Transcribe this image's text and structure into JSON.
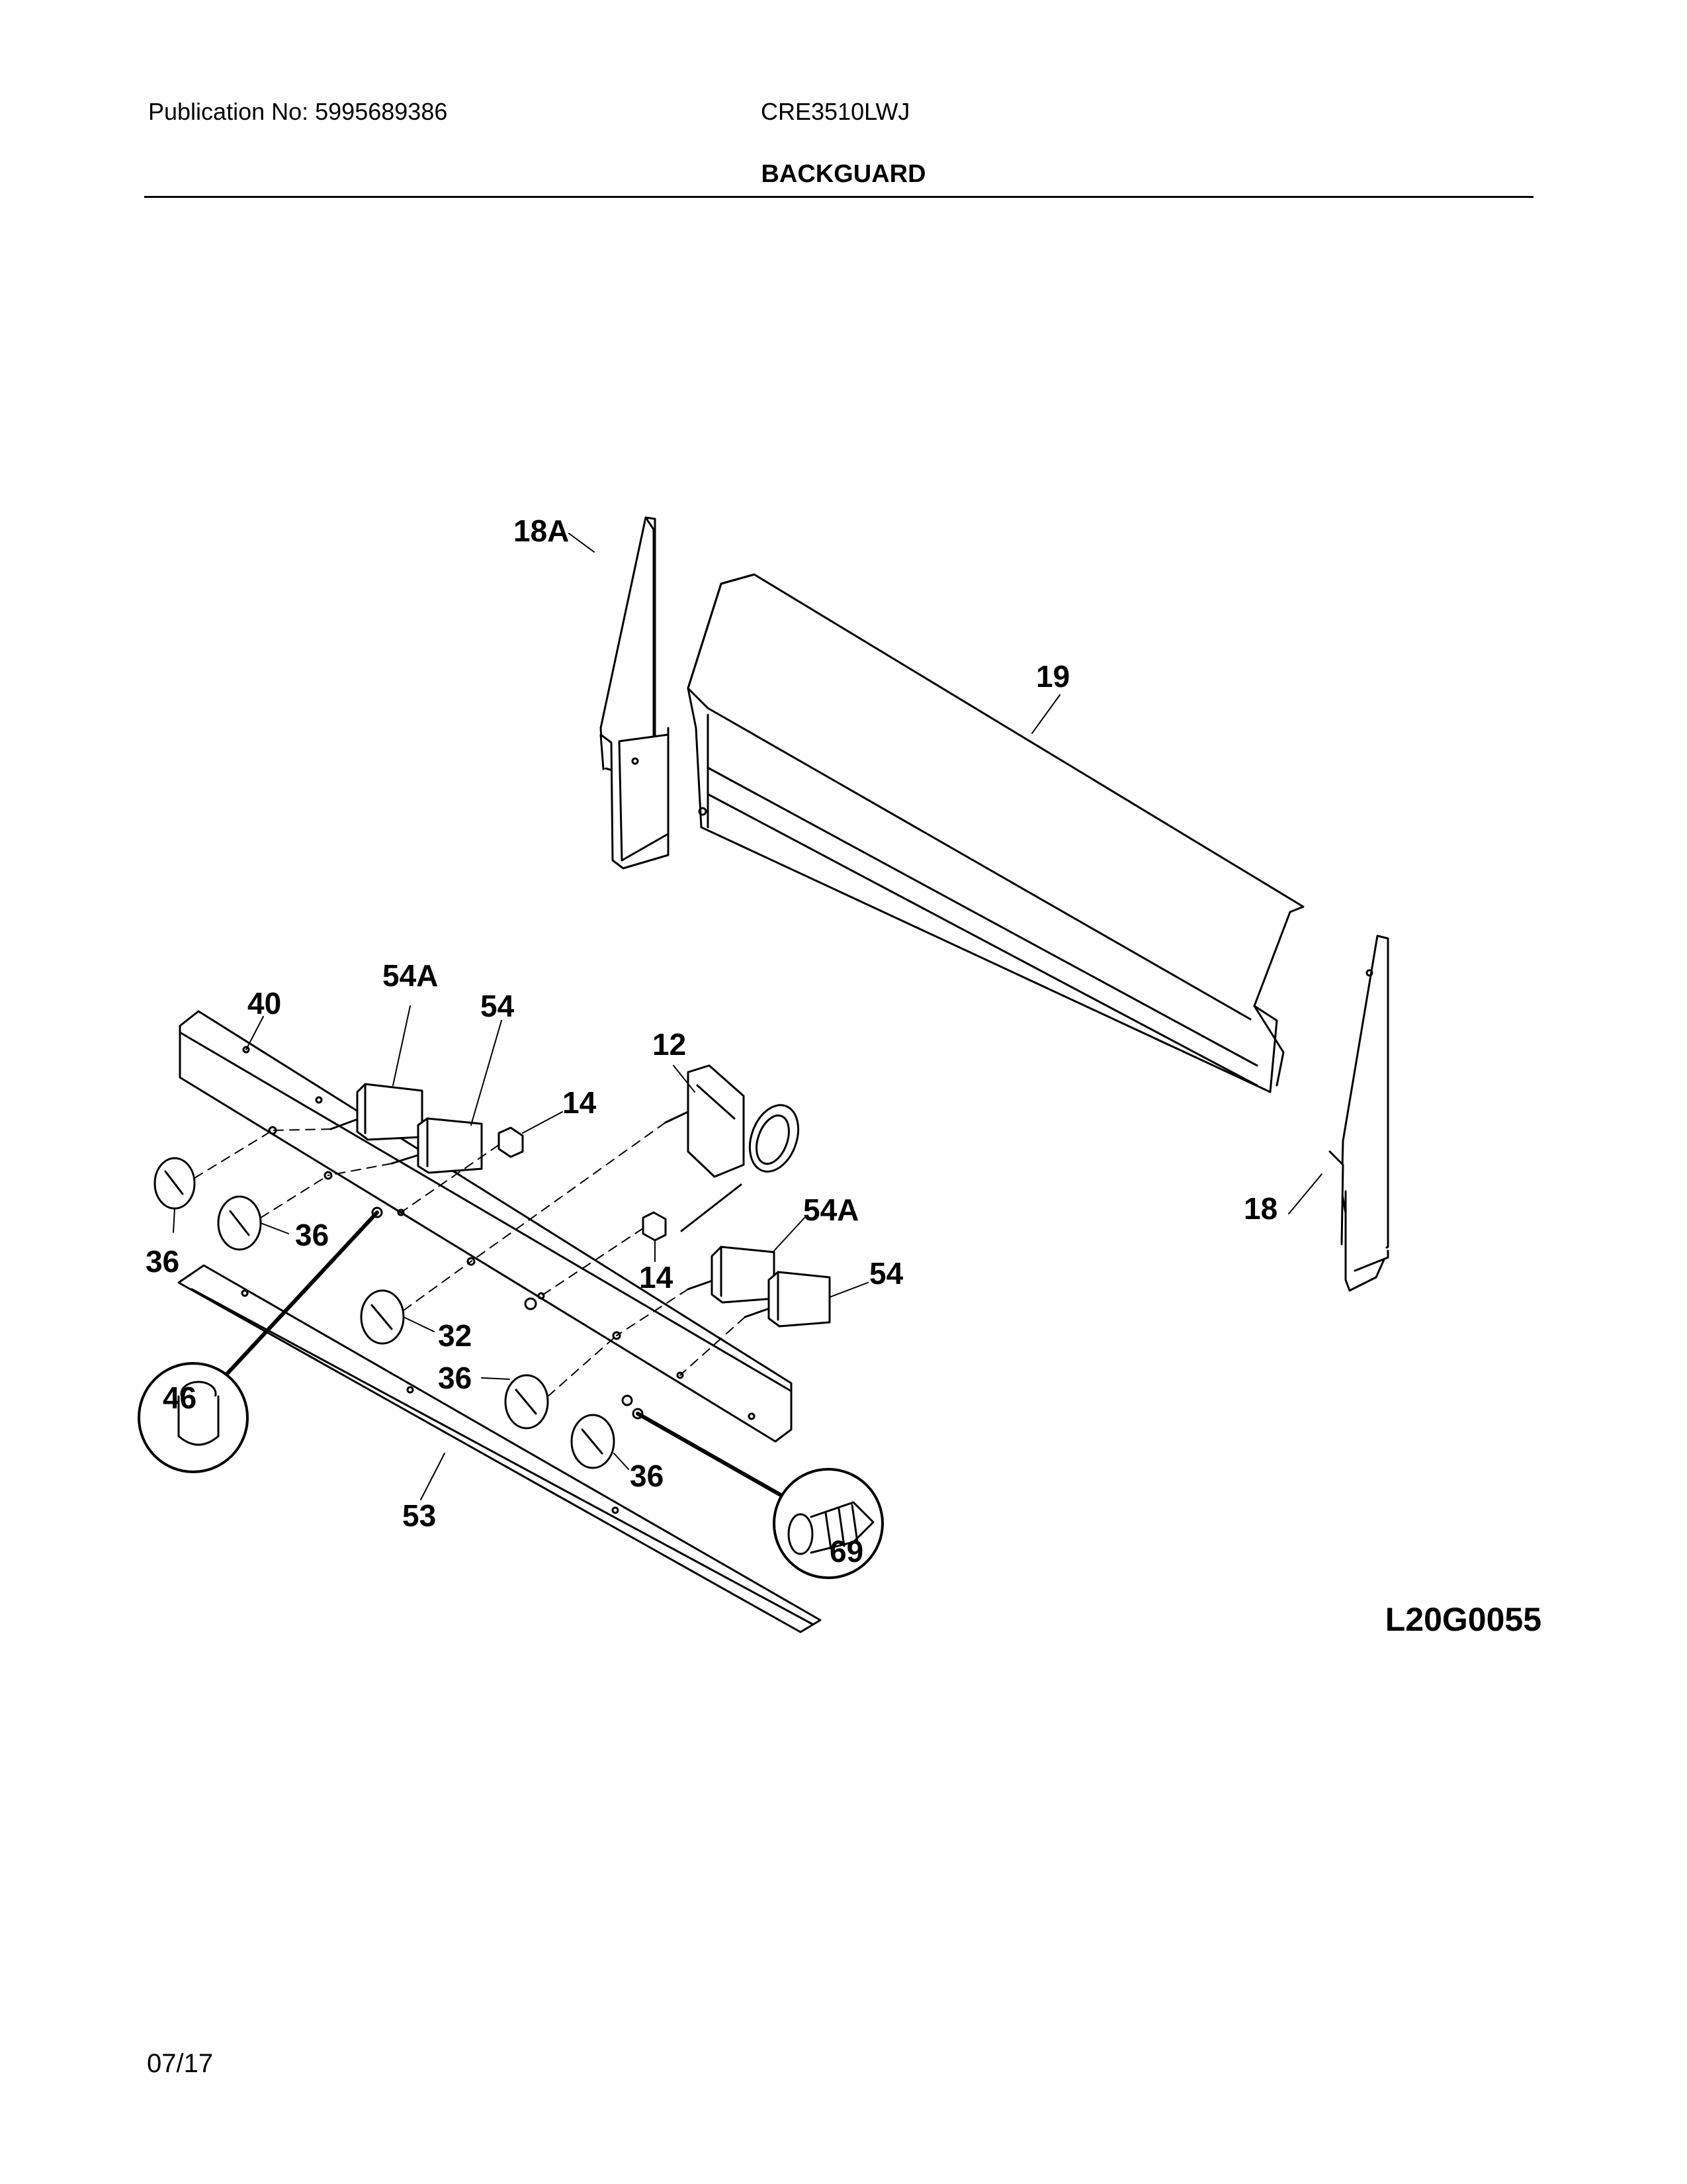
{
  "header": {
    "publication": "Publication No: 5995689386",
    "model": "CRE3510LWJ",
    "section_title": "BACKGUARD"
  },
  "diagram": {
    "code": "L20G0055",
    "callouts": {
      "c18a": "18A",
      "c19": "19",
      "c18": "18",
      "c40": "40",
      "c54a_top": "54A",
      "c54_top": "54",
      "c14_top": "14",
      "c12": "12",
      "c54a_bot": "54A",
      "c14_bot": "14",
      "c54_bot": "54",
      "c36_a": "36",
      "c36_b": "36",
      "c32": "32",
      "c36_c": "36",
      "c36_d": "36",
      "c46": "46",
      "c53": "53",
      "c69": "69"
    }
  },
  "footer": {
    "date": "07/17"
  },
  "colors": {
    "line": "#000000",
    "fill": "#ffffff"
  }
}
